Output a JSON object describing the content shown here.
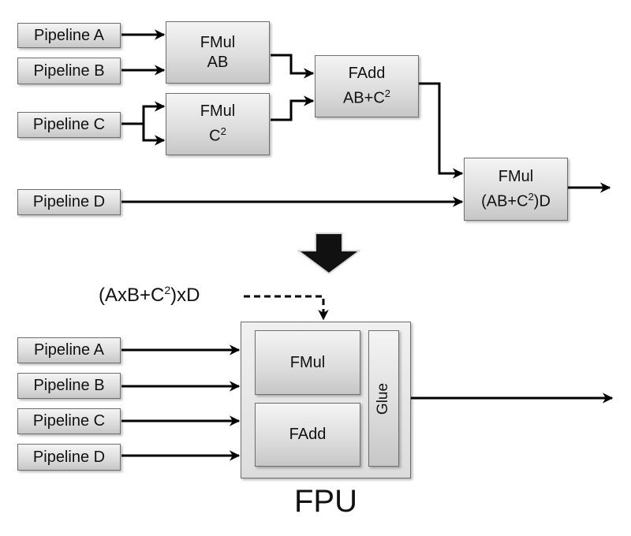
{
  "top_diagram": {
    "pipelines": {
      "a": "Pipeline A",
      "b": "Pipeline B",
      "c": "Pipeline C",
      "d": "Pipeline D"
    },
    "fmul_ab": {
      "name": "FMul",
      "label": "AB"
    },
    "fmul_c2": {
      "name": "FMul",
      "label_base": "C",
      "label_sup": "2"
    },
    "fadd": {
      "name": "FAdd",
      "label_base": "AB+C",
      "label_sup": "2"
    },
    "fmul_final": {
      "name": "FMul",
      "label_pre": "(AB+C",
      "label_sup": "2",
      "label_post": ")D"
    }
  },
  "bottom_diagram": {
    "formula": {
      "pre": "(AxB+C",
      "sup": "2",
      "post": ")xD"
    },
    "pipelines": {
      "a": "Pipeline A",
      "b": "Pipeline B",
      "c": "Pipeline C",
      "d": "Pipeline D"
    },
    "fmul": "FMul",
    "fadd": "FAdd",
    "glue": "Glue",
    "fpu_title": "FPU"
  },
  "colors": {
    "wire": "#000000",
    "box_border": "#6e6e6e",
    "transform_arrow": "#111111"
  },
  "icons": {
    "transform": "down-arrow-icon"
  }
}
